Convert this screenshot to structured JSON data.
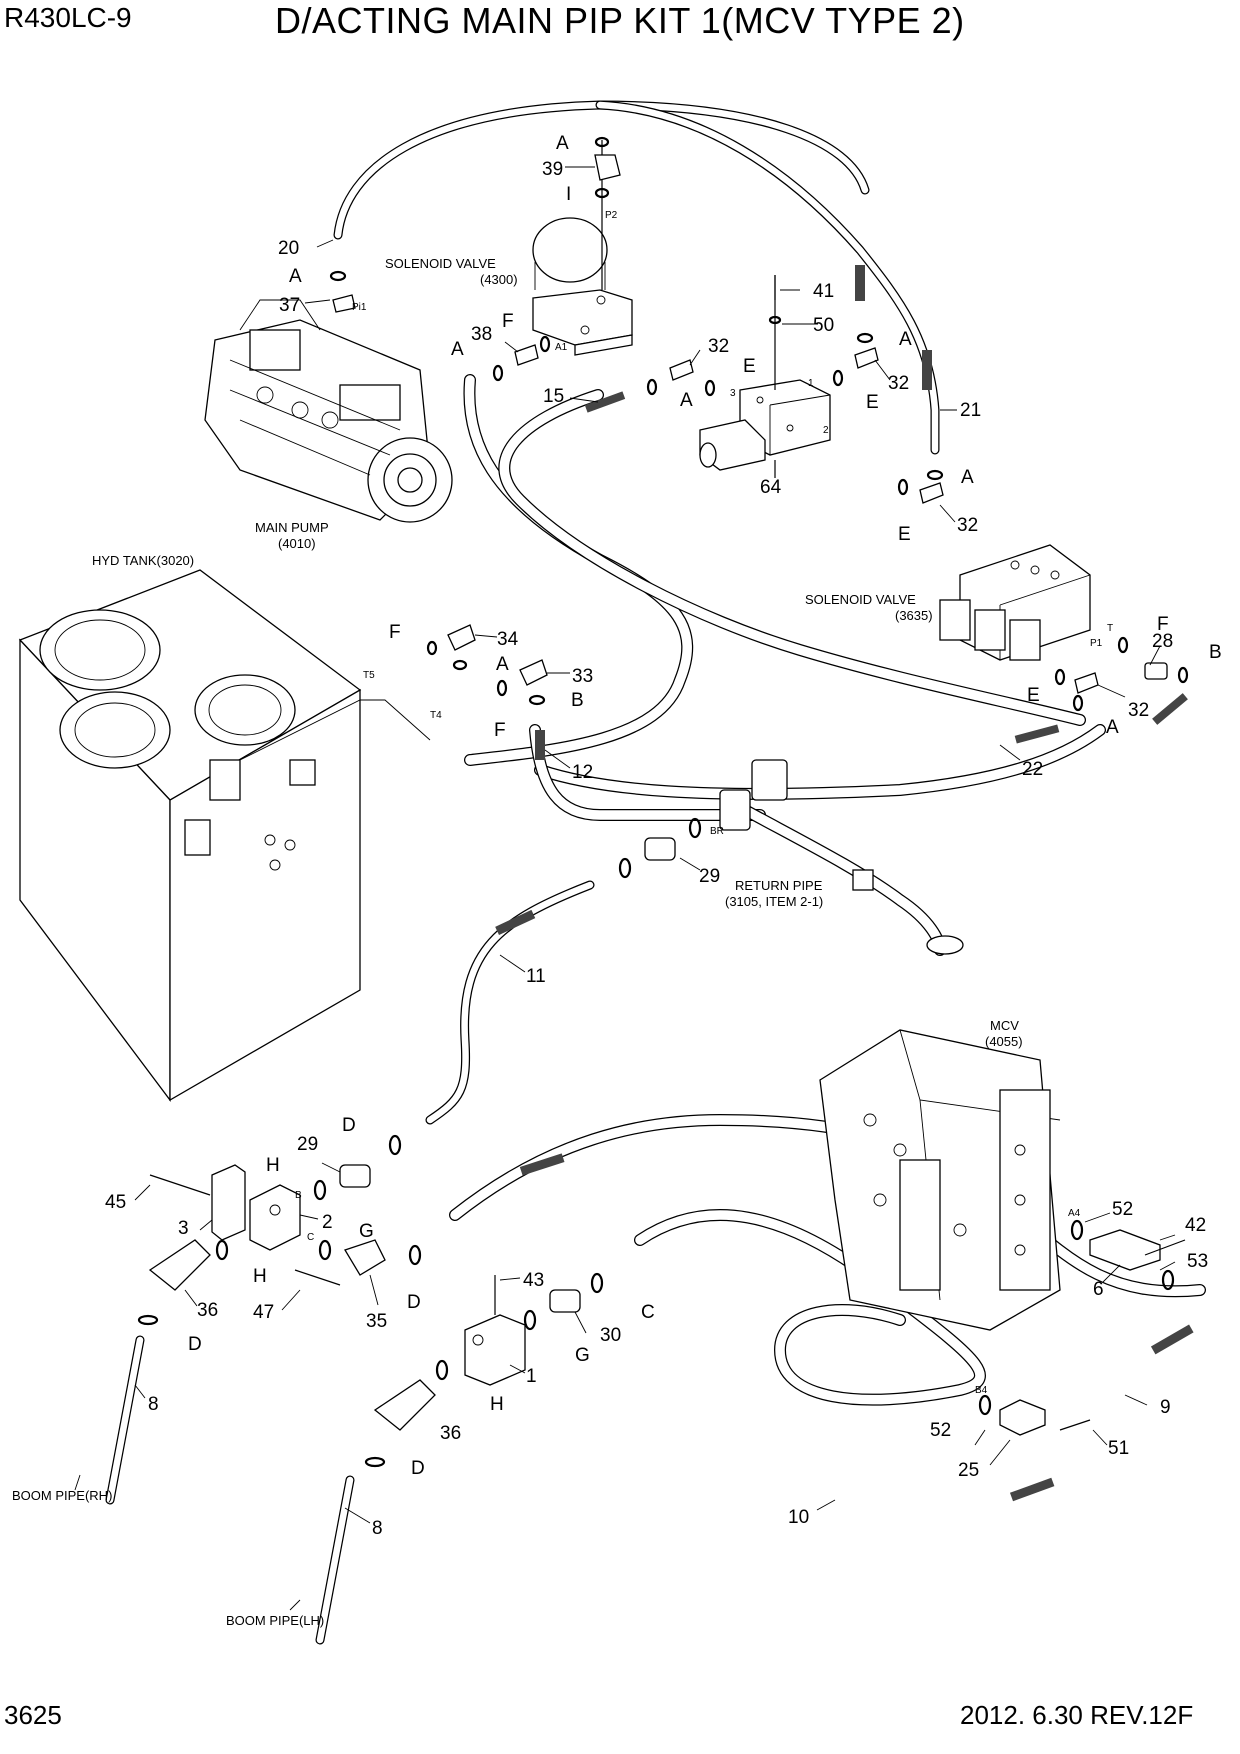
{
  "header": {
    "model": "R430LC-9",
    "title": "D/ACTING MAIN PIP KIT 1(MCV TYPE 2)"
  },
  "footer": {
    "page_number": "3625",
    "revision": "2012. 6.30  REV.12F"
  },
  "components": {
    "solenoid_valve_4300": [
      "SOLENOID VALVE",
      "(4300)"
    ],
    "main_pump": [
      "MAIN PUMP",
      "(4010)"
    ],
    "hyd_tank": "HYD TANK(3020)",
    "solenoid_valve_3635": [
      "SOLENOID VALVE",
      "(3635)"
    ],
    "return_pipe": [
      "RETURN PIPE",
      "(3105, ITEM 2-1)"
    ],
    "mcv": [
      "MCV",
      "(4055)"
    ],
    "boom_pipe_rh": "BOOM PIPE(RH)",
    "boom_pipe_lh": "BOOM PIPE(LH)"
  },
  "port_labels": {
    "p2": "P2",
    "pi1": "Pi1",
    "a1": "A1",
    "t5": "T5",
    "t4": "T4",
    "t": "T",
    "p1": "P1",
    "br": "BR",
    "a4": "A4",
    "b4": "B4",
    "b": "B",
    "c": "C",
    "v1": "1",
    "v2": "2",
    "v3": "3"
  },
  "callouts": {
    "c20": "20",
    "c37": "37",
    "c38": "38",
    "c39": "39",
    "c15": "15",
    "c32a": "32",
    "c32b": "32",
    "c32c": "32",
    "c32d": "32",
    "c41": "41",
    "c50": "50",
    "c21": "21",
    "c64": "64",
    "c34": "34",
    "c33": "33",
    "c12": "12",
    "c28": "28",
    "c22": "22",
    "c29a": "29",
    "c29b": "29",
    "c11": "11",
    "c45": "45",
    "c3": "3",
    "c2": "2",
    "c36a": "36",
    "c36b": "36",
    "c47": "47",
    "c35": "35",
    "c43": "43",
    "c30": "30",
    "c1": "1",
    "c8a": "8",
    "c8b": "8",
    "c52a": "52",
    "c52b": "52",
    "c42": "42",
    "c53": "53",
    "c6": "6",
    "c9": "9",
    "c51": "51",
    "c25": "25",
    "c10": "10"
  },
  "letters": {
    "A1": "A",
    "A2": "A",
    "A3": "A",
    "A4": "A",
    "A5": "A",
    "A6": "A",
    "A7": "A",
    "A8": "A",
    "I1": "I",
    "F1": "F",
    "F2": "F",
    "F3": "F",
    "E1": "E",
    "E2": "E",
    "E3": "E",
    "E4": "E",
    "B1": "B",
    "B2": "B",
    "D1": "D",
    "D2": "D",
    "D3": "D",
    "D4": "D",
    "H1": "H",
    "H2": "H",
    "H3": "H",
    "G1": "G",
    "G2": "G",
    "C1": "C"
  }
}
